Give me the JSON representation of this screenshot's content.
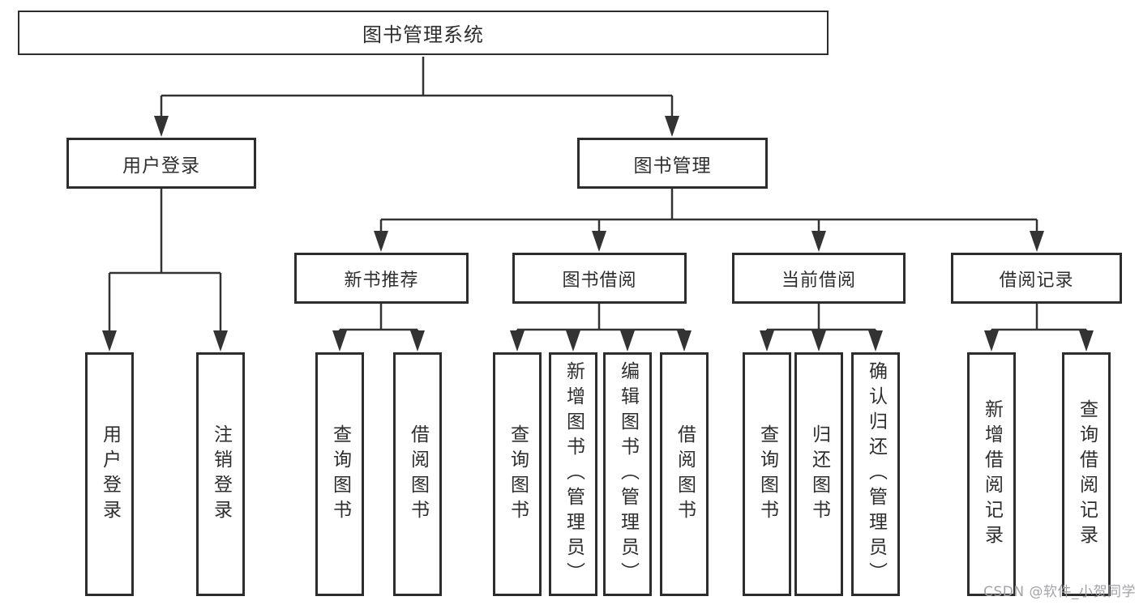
{
  "diagram": {
    "title": "图书管理系统",
    "nodes": [
      {
        "id": "root",
        "label": "图书管理系统"
      },
      {
        "id": "user-login",
        "label": "用户登录"
      },
      {
        "id": "book-mgmt",
        "label": "图书管理"
      },
      {
        "id": "new-book-rec",
        "label": "新书推荐"
      },
      {
        "id": "book-borrow",
        "label": "图书借阅"
      },
      {
        "id": "current-borrow",
        "label": "当前借阅"
      },
      {
        "id": "borrow-records",
        "label": "借阅记录"
      },
      {
        "id": "leaf-user-login",
        "label": "用户登录"
      },
      {
        "id": "leaf-logout",
        "label": "注销登录"
      },
      {
        "id": "leaf-query-book-1",
        "label": "查询图书"
      },
      {
        "id": "leaf-borrow-book-1",
        "label": "借阅图书"
      },
      {
        "id": "leaf-query-book-2",
        "label": "查询图书"
      },
      {
        "id": "leaf-add-book",
        "label": "新增图书（管理员）"
      },
      {
        "id": "leaf-edit-book",
        "label": "编辑图书（管理员）"
      },
      {
        "id": "leaf-borrow-book-2",
        "label": "借阅图书"
      },
      {
        "id": "leaf-query-book-3",
        "label": "查询图书"
      },
      {
        "id": "leaf-return-book",
        "label": "归还图书"
      },
      {
        "id": "leaf-confirm-return",
        "label": "确认归还（管理员）"
      },
      {
        "id": "leaf-add-record",
        "label": "新增借阅记录"
      },
      {
        "id": "leaf-query-record",
        "label": "查询借阅记录"
      }
    ],
    "colors": {
      "line": "#333333",
      "border": "#2d2d2d",
      "text": "#2e2e2e",
      "watermark": "#a3a3a7"
    }
  },
  "watermark": {
    "text": "CSDN @软件_小贺同学"
  }
}
